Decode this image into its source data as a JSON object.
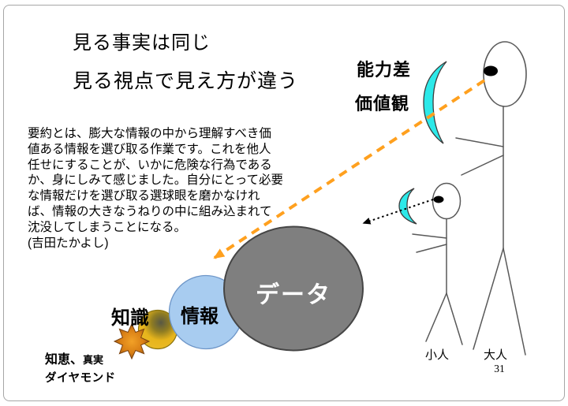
{
  "slide": {
    "title_line1": "見る事実は同じ",
    "title_line2": "見る視点で見え方が違う",
    "body_text": "要約とは、膨大な情報の中から理解すべき価\n値ある情報を選び取る作業です。これを他人\n任せにすることが、いかに危険な行為である\nか、身にしみて感じました。自分にとって必要\nな情報だけを選び取る選球眼を磨かなけれ\nば、情報の大きなうねりの中に組み込まれて\n沈没してしまうことになる。\n(吉田たかよし)",
    "page_number": "31"
  },
  "labels": {
    "ability_gap": "能力差",
    "values": "価値観",
    "data_circle": "データ",
    "information_circle": "情報",
    "knowledge_circle": "知識",
    "wisdom": "知恵、",
    "truth": "真実",
    "diamond": "ダイヤモンド",
    "small_person": "小人",
    "adult": "大人"
  },
  "icons": {
    "large_lens": "crescent-lens",
    "small_lens": "crescent-lens",
    "star": "eight-point-star",
    "orange_arrow": "dashed-arrow",
    "black_arrow": "dotted-arrow"
  },
  "colors": {
    "data_circle_fill": "#7f7f7f",
    "data_circle_stroke": "#454545",
    "info_circle_fill": "#a8ccf0",
    "info_circle_stroke": "#6e96c8",
    "knowledge_circle_fill": "#e9b71d",
    "star_fill": "#d97f15",
    "lens_fill": "#2ce9e9",
    "orange_arrow": "#ffa01e",
    "black_arrow": "#000000",
    "figure_stroke": "#595959",
    "text": "#000000"
  }
}
